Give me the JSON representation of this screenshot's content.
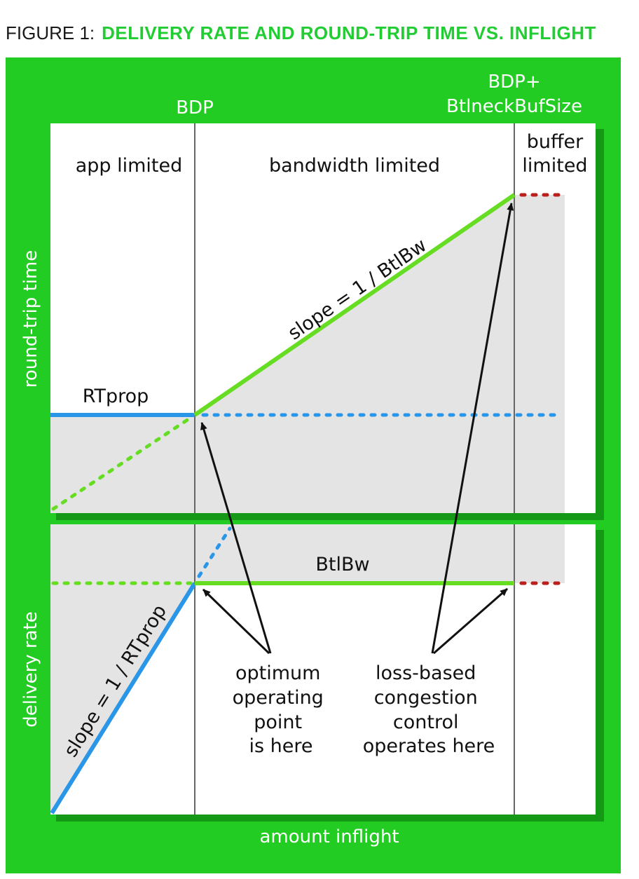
{
  "figure": {
    "title_prefix": "FIGURE 1:",
    "title_main": "DELIVERY RATE AND ROUND-TRIP TIME VS. INFLIGHT"
  },
  "markers": {
    "bdp": "BDP",
    "bdp_plus_line1": "BDP+",
    "bdp_plus_line2": "BtlneckBufSize"
  },
  "regions": {
    "app_limited": "app limited",
    "bandwidth_limited": "bandwidth limited",
    "buffer_limited_line1": "buffer",
    "buffer_limited_line2": "limited"
  },
  "axes": {
    "top_y": "round-trip time",
    "bottom_y": "delivery rate",
    "x": "amount inflight"
  },
  "curves": {
    "rtprop": "RTprop",
    "rtt_slope": "slope = 1 / BtlBw",
    "btlbw": "BtlBw",
    "rate_slope": "slope = 1 / RTprop"
  },
  "annotations": {
    "optimum": [
      "optimum",
      "operating",
      "point",
      "is here"
    ],
    "loss_based": [
      "loss-based",
      "congestion",
      "control",
      "operates here"
    ]
  },
  "colors": {
    "background_green": "#22cc22",
    "panel_white": "#ffffff",
    "shade_gray": "#e4e4e4",
    "line_green": "#66dd22",
    "line_blue": "#2a96e8",
    "line_red": "#b8201e",
    "divider_gray": "#666666"
  }
}
